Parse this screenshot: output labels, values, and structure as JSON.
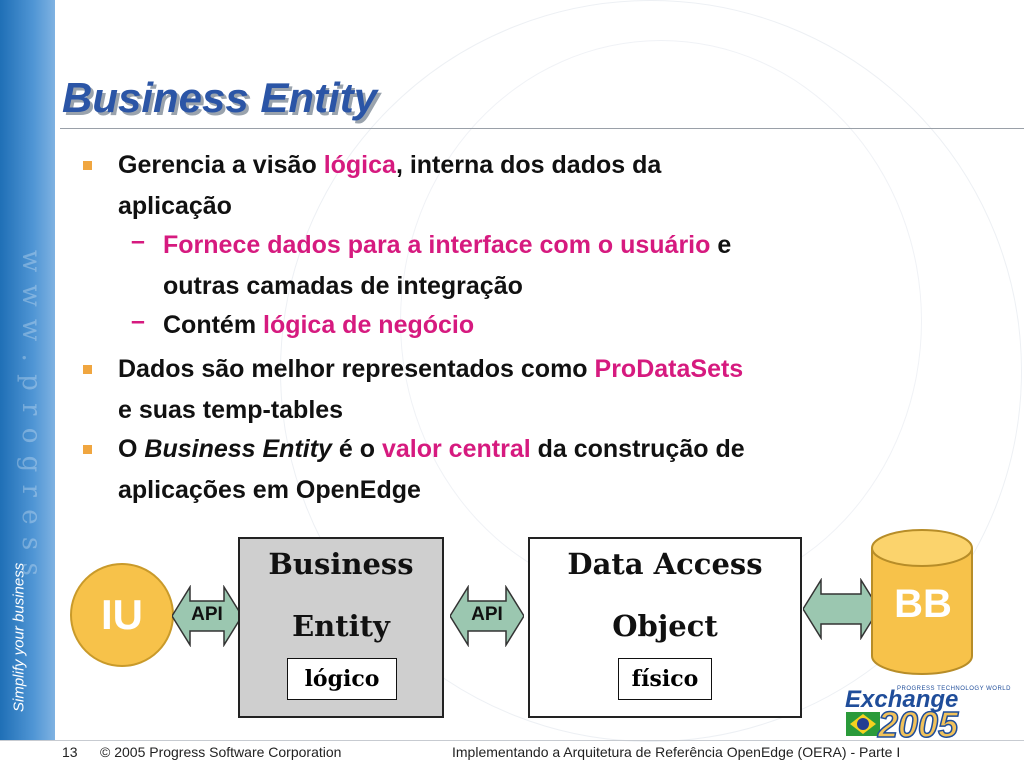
{
  "title": "Business Entity",
  "side": {
    "tagline": "Simplify your business",
    "watermark": "w w w . p r o g r e s s"
  },
  "bullets": [
    {
      "level": 1,
      "lines": [
        [
          {
            "t": "Gerencia a visão "
          },
          {
            "t": "lógica",
            "hl": true
          },
          {
            "t": ", interna dos dados da"
          }
        ],
        [
          {
            "t": "aplicação"
          }
        ]
      ]
    },
    {
      "level": 2,
      "lines": [
        [
          {
            "t": "Fornece dados para a interface com o usuário",
            "hl": true
          },
          {
            "t": " e"
          }
        ],
        [
          {
            "t": "outras camadas de integração"
          }
        ]
      ]
    },
    {
      "level": 2,
      "lines": [
        [
          {
            "t": "Contém "
          },
          {
            "t": "lógica de negócio",
            "hl": true
          }
        ]
      ]
    },
    {
      "level": 1,
      "lines": [
        [
          {
            "t": "Dados são melhor representados como "
          },
          {
            "t": "ProDataSets",
            "hl": true
          }
        ],
        [
          {
            "t": "e suas temp-tables"
          }
        ]
      ]
    },
    {
      "level": 1,
      "lines": [
        [
          {
            "t": "O "
          },
          {
            "t": "Business Entity",
            "it": true
          },
          {
            "t": " é o "
          },
          {
            "t": "valor central",
            "hl": true
          },
          {
            "t": " da construção de"
          }
        ],
        [
          {
            "t": "aplicações em OpenEdge"
          }
        ]
      ]
    }
  ],
  "diagram": {
    "iu": "IU",
    "api_left": "API",
    "business_entity": {
      "line1": "Business",
      "line2": "Entity",
      "tag": "lógico"
    },
    "api_right": "API",
    "data_access": {
      "line1": "Data Access",
      "line2": "Object",
      "tag": "físico"
    },
    "database": "BB"
  },
  "logo": {
    "word": "Exchange",
    "small": "PROGRESS TECHNOLOGY WORLD",
    "year": "2005"
  },
  "footer": {
    "page": "13",
    "copyright": "© 2005 Progress Software Corporation",
    "subtitle": "Implementando a Arquitetura de Referência OpenEdge (OERA) - Parte I"
  },
  "colors": {
    "highlight": "#d61a7f",
    "title": "#2b55a6",
    "bullet": "#f0a640",
    "band": "#1f6fb6",
    "arrow_green": "#9bc7b0"
  }
}
